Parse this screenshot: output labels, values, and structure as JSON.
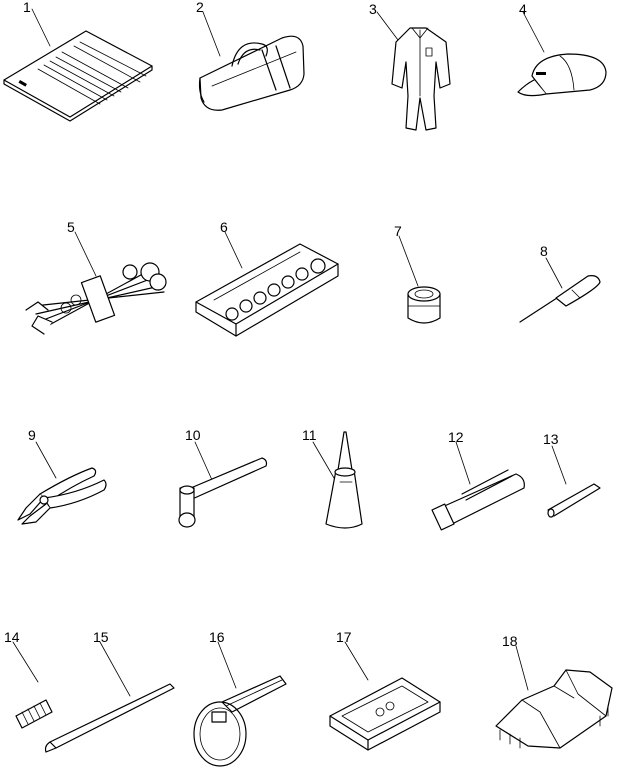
{
  "callouts": [
    "1",
    "2",
    "3",
    "4",
    "5",
    "6",
    "7",
    "8",
    "9",
    "10",
    "11",
    "12",
    "13",
    "14",
    "15",
    "16",
    "17",
    "18"
  ],
  "colors": {
    "ink": "#000000",
    "paper": "#ffffff"
  }
}
